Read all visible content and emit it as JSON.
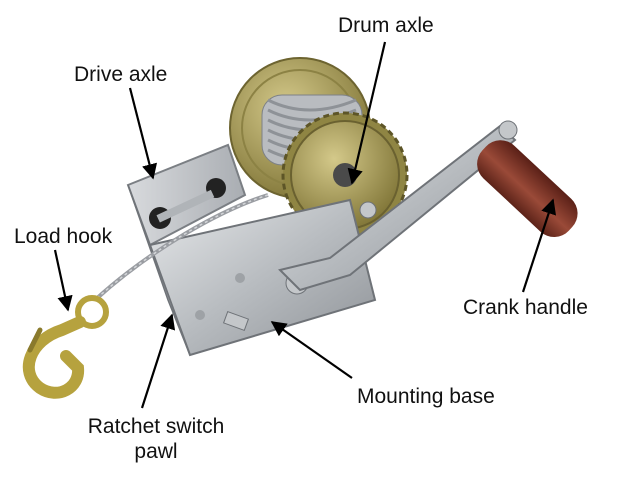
{
  "diagram": {
    "labels": {
      "drum_axle": "Drum axle",
      "drive_axle": "Drive axle",
      "load_hook": "Load hook",
      "crank_handle": "Crank handle",
      "mounting_base": "Mounting base",
      "ratchet_pawl": "Ratchet switch pawl"
    },
    "colors": {
      "steel": "#c9cccf",
      "steel_dark": "#8e9297",
      "gear_brass": "#a59a52",
      "hook_brass": "#b6a23e",
      "handle_brown": "#7a3426",
      "cable": "#9a9da2",
      "arrow": "#000000"
    }
  }
}
